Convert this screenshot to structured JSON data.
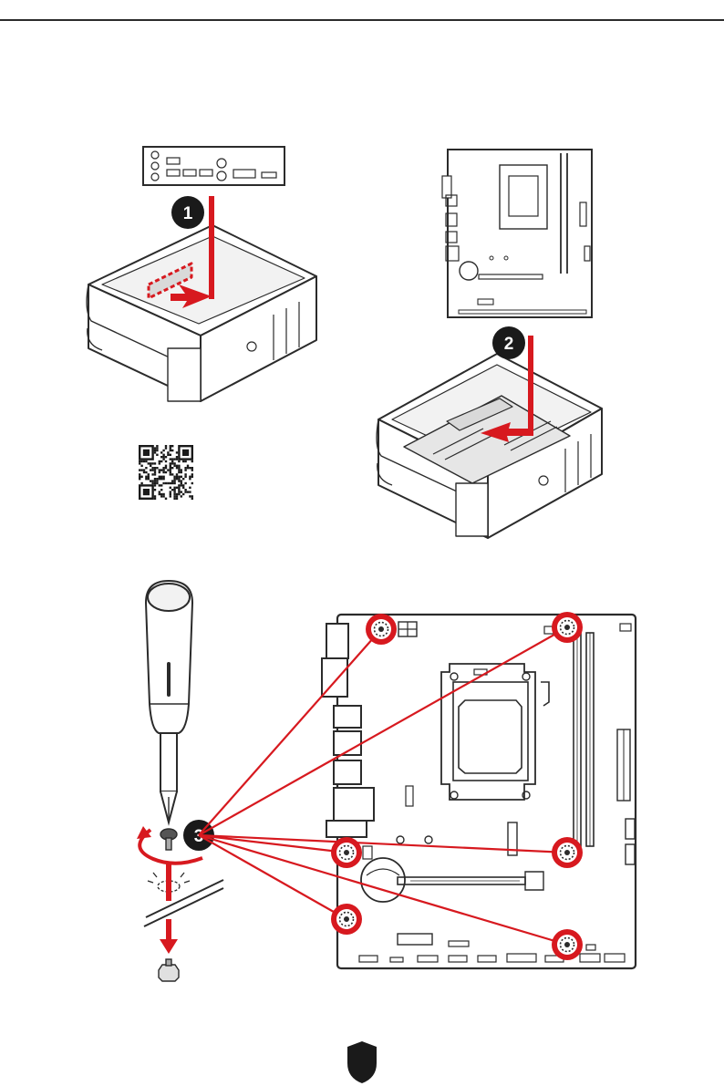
{
  "steps": [
    "1",
    "2",
    "3"
  ],
  "colors": {
    "accent": "#d7191f",
    "line": "#2b2b2b",
    "shade": "#d9d9d9",
    "light": "#f2f2f2",
    "badge": "#1a1a1a"
  },
  "icons": {
    "qr": "qr-code-icon",
    "screw": "screw-icon",
    "standoff": "standoff-icon",
    "screwdriver": "screwdriver-icon",
    "rotate": "rotate-arrow-icon",
    "badge": "shield-badge-icon"
  },
  "mounting_holes": 6
}
